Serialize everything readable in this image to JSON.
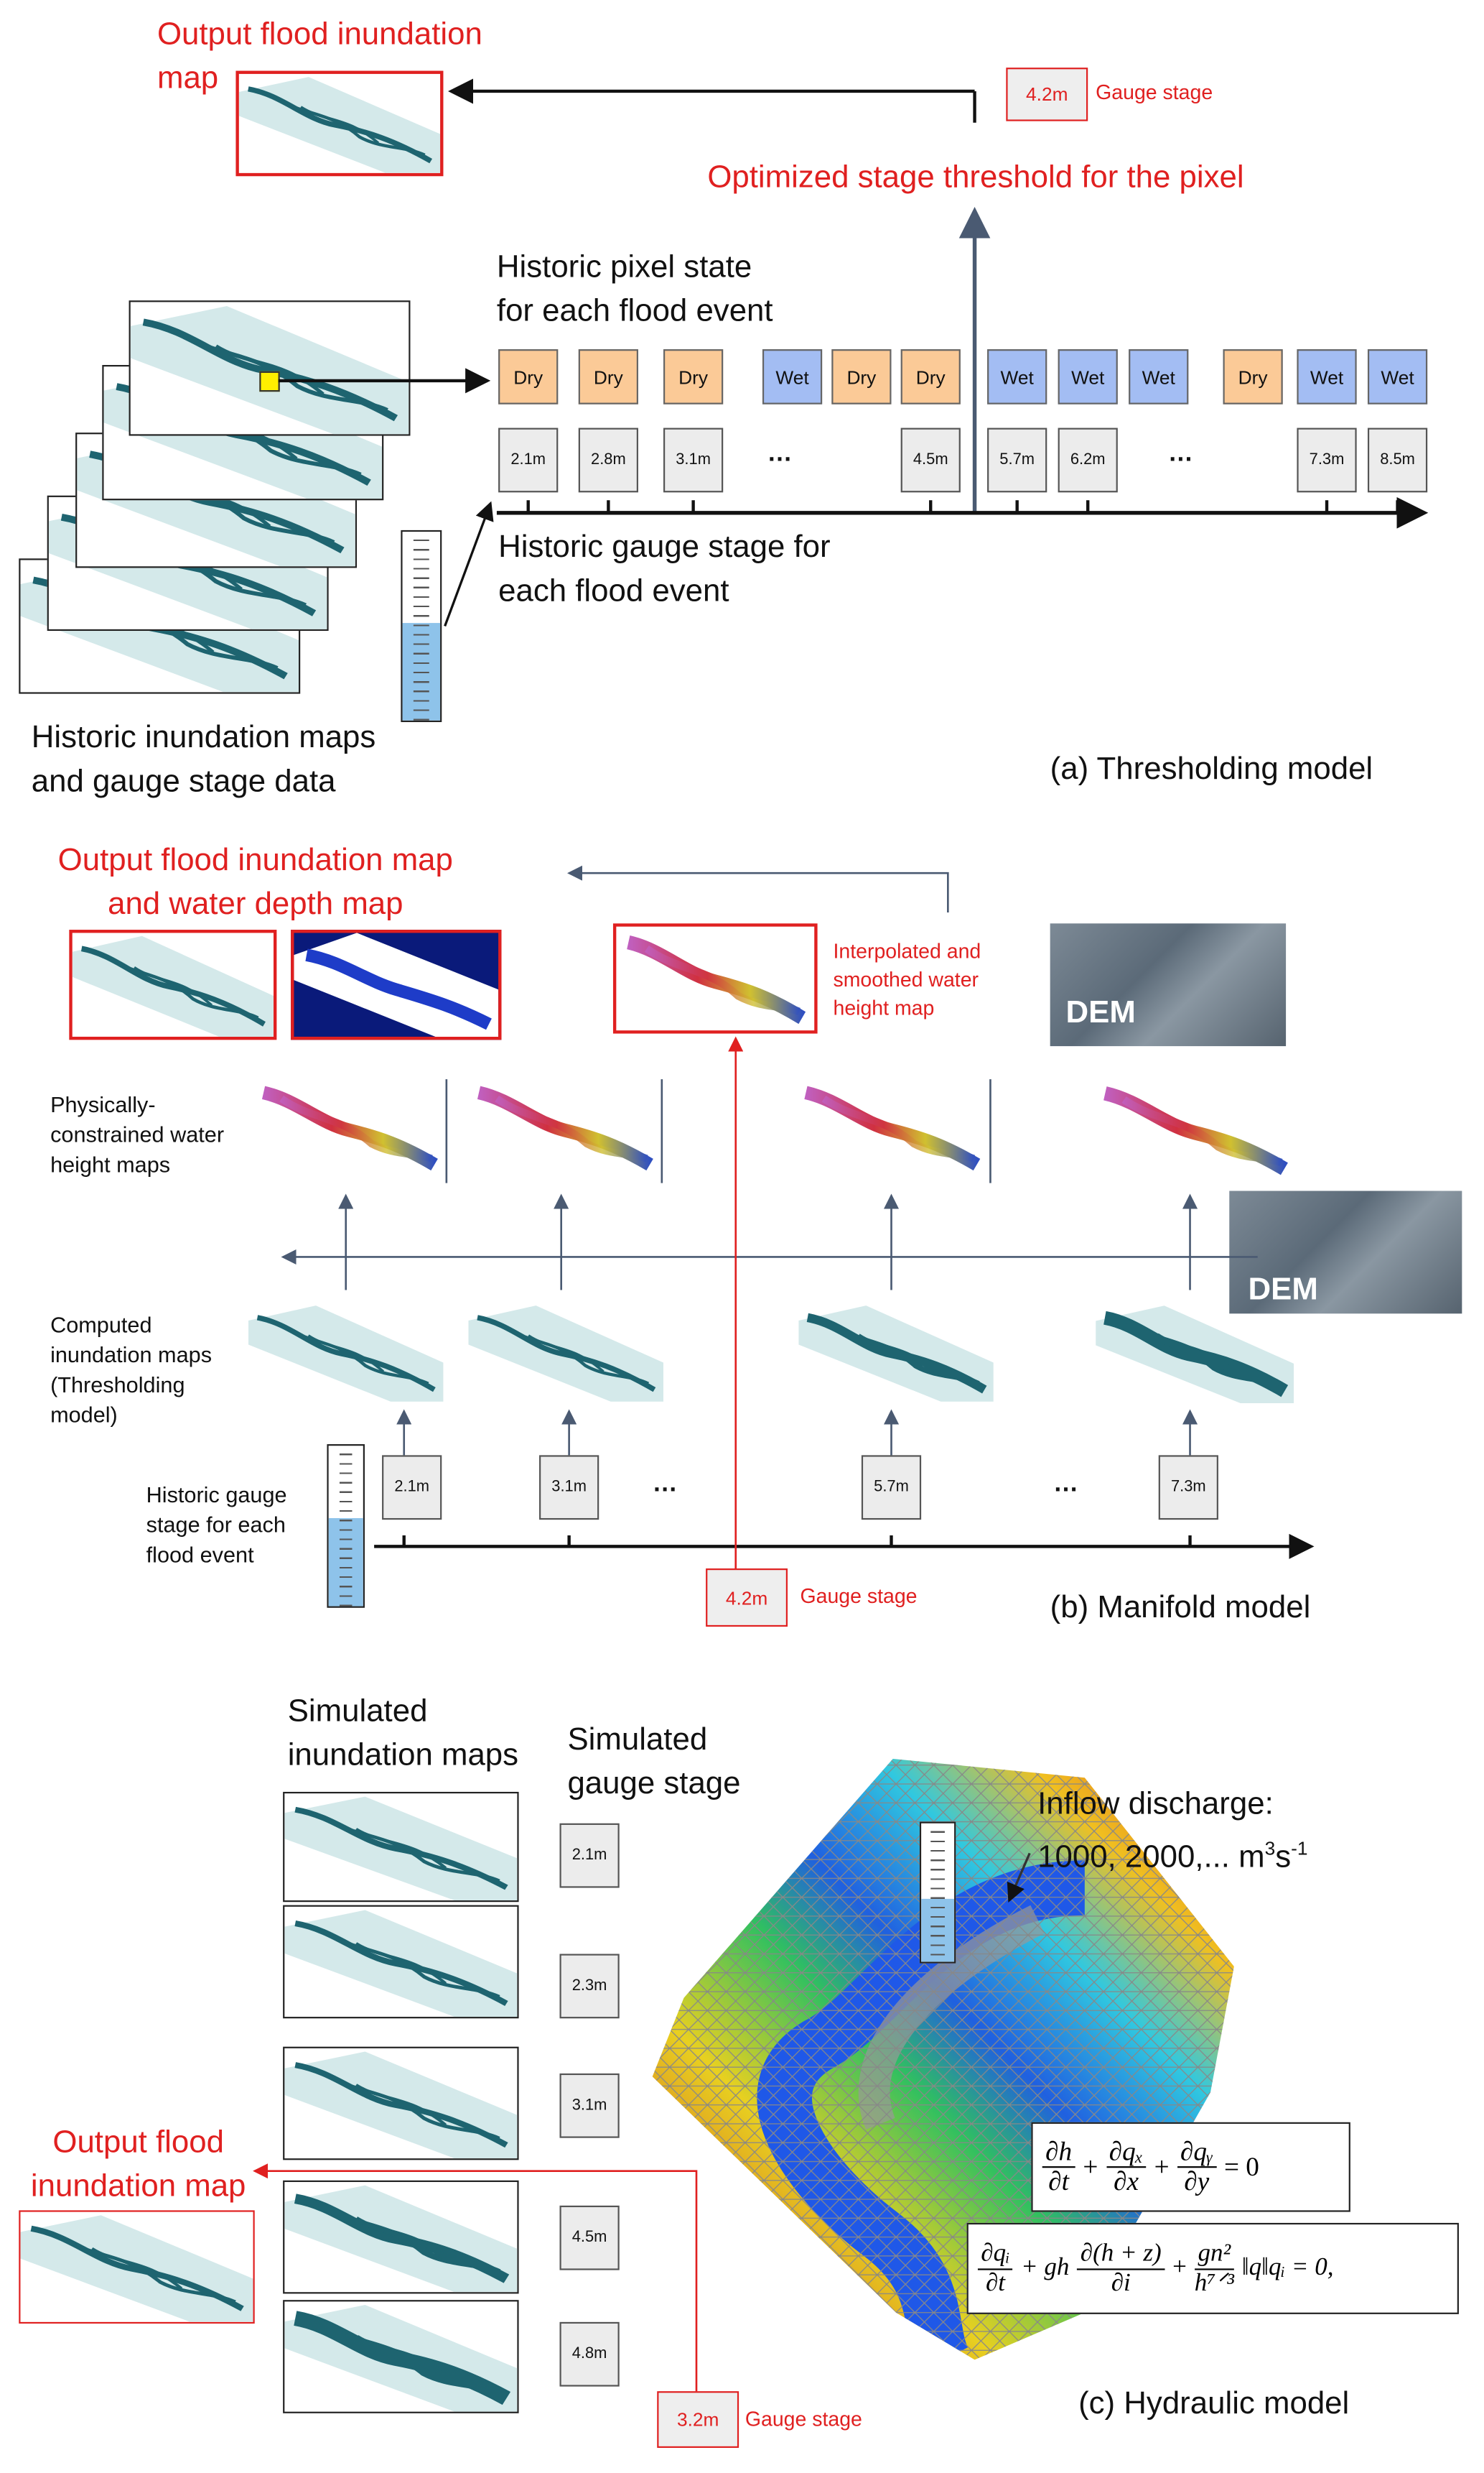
{
  "panel_a": {
    "output_title_line1": "Output flood inundation",
    "output_title_line2": "map",
    "gauge_value": "4.2m",
    "gauge_label": "Gauge stage",
    "threshold_label": "Optimized stage threshold for the pixel",
    "pixel_state_line1": "Historic pixel state",
    "pixel_state_line2": "for each flood event",
    "states": [
      "Dry",
      "Dry",
      "Dry",
      "Wet",
      "Dry",
      "Dry",
      "Wet",
      "Wet",
      "Wet",
      "Dry",
      "Wet",
      "Wet"
    ],
    "stages": [
      "2.1m",
      "2.8m",
      "3.1m",
      "4.5m",
      "5.7m",
      "6.2m",
      "7.3m",
      "8.5m"
    ],
    "ellipsis": "…",
    "gauge_stage_line1": "Historic gauge stage for",
    "gauge_stage_line2": "each flood event",
    "maps_line1": "Historic inundation maps",
    "maps_line2": "and gauge stage data",
    "caption": "(a) Thresholding model"
  },
  "panel_b": {
    "output_line1": "Output flood inundation map",
    "output_line2": "and water depth map",
    "interp_line1": "Interpolated and",
    "interp_line2": "smoothed water",
    "interp_line3": "height map",
    "dem_label": "DEM",
    "height_line1": "Physically-",
    "height_line2": "constrained water",
    "height_line3": "height maps",
    "computed_line1": "Computed",
    "computed_line2": "inundation maps",
    "computed_line3": "(Thresholding",
    "computed_line4": "model)",
    "gauge_line1": "Historic gauge",
    "gauge_line2": "stage for each",
    "gauge_line3": "flood event",
    "stages": [
      "2.1m",
      "3.1m",
      "5.7m",
      "7.3m"
    ],
    "ellipsis": "…",
    "gauge_value": "4.2m",
    "gauge_label": "Gauge stage",
    "caption": "(b) Manifold model"
  },
  "panel_c": {
    "sim_maps_line1": "Simulated",
    "sim_maps_line2": "inundation maps",
    "sim_stage_line1": "Simulated",
    "sim_stage_line2": "gauge stage",
    "stages": [
      "2.1m",
      "2.3m",
      "3.1m",
      "4.5m",
      "4.8m"
    ],
    "inflow_line1": "Inflow discharge:",
    "inflow_line2": "1000, 2000,... m",
    "inflow_sup1": "3",
    "inflow_s": "s",
    "inflow_sup2": "-1",
    "output_line1": "Output flood",
    "output_line2": "inundation map",
    "gauge_value": "3.2m",
    "gauge_label": "Gauge stage",
    "caption": "(c) Hydraulic model",
    "eq1": {
      "n1": "∂h",
      "d1": "∂t",
      "p1": "+",
      "n2": "∂qₓ",
      "d2": "∂x",
      "p2": "+",
      "n3": "∂qᵧ",
      "d3": "∂y",
      "rhs": "= 0"
    },
    "eq2": {
      "n1": "∂qᵢ",
      "d1": "∂t",
      "p1": "+ gh",
      "n2": "∂(h + z)",
      "d2": "∂i",
      "p2": "+",
      "n3": "gn²",
      "d3": "h⁷ᐟ³",
      "tail": "‖q‖qᵢ = 0,"
    }
  },
  "colors": {
    "red": "#e02020",
    "dry": "#fbca97",
    "wet": "#a3bdf3",
    "teal": "#1e6470"
  }
}
